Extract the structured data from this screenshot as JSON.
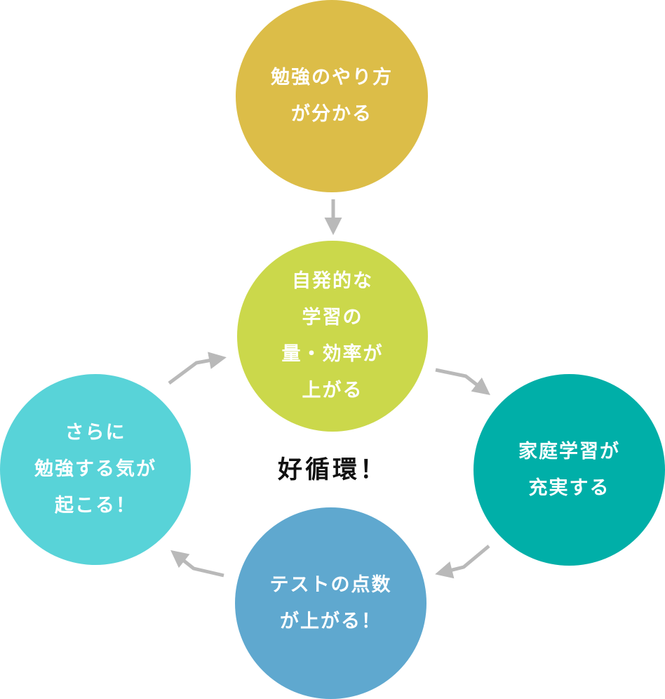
{
  "colors": {
    "top": "#dcbd48",
    "center": "#cbd84b",
    "right": "#00afa8",
    "bottom": "#5fa8cf",
    "left": "#58d3d8",
    "arrow": "#b9b9b9"
  },
  "nodes": {
    "top": {
      "lines": [
        "勉強のやり方",
        "が分かる"
      ]
    },
    "center": {
      "lines": [
        "自発的な",
        "学習の",
        "量・効率が",
        "上がる"
      ]
    },
    "right": {
      "lines": [
        "家庭学習が",
        "充実する"
      ]
    },
    "bottom": {
      "lines": [
        "テストの点数",
        "が上がる！"
      ]
    },
    "left": {
      "lines": [
        "さらに",
        "勉強する気が",
        "起こる！"
      ]
    }
  },
  "caption": "好循環！"
}
